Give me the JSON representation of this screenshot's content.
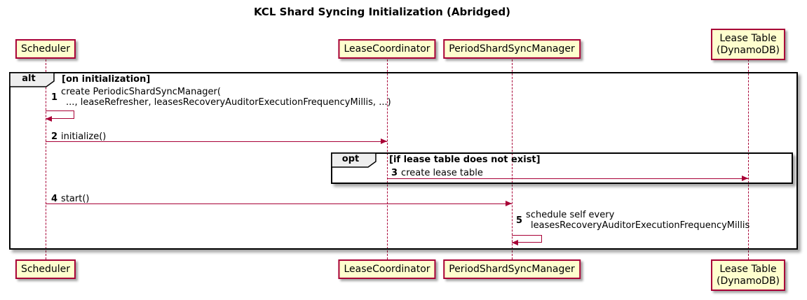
{
  "title": "KCL Shard Syncing Initialization (Abridged)",
  "participants": [
    {
      "id": "scheduler",
      "lines": [
        "Scheduler"
      ]
    },
    {
      "id": "lease-coordinator",
      "lines": [
        "LeaseCoordinator"
      ]
    },
    {
      "id": "period-shard-sync-manager",
      "lines": [
        "PeriodShardSyncManager"
      ]
    },
    {
      "id": "lease-table",
      "lines": [
        "Lease Table",
        "(DynamoDB)"
      ]
    }
  ],
  "frames": {
    "alt": {
      "label": "alt",
      "guard": "[on initialization]"
    },
    "opt": {
      "label": "opt",
      "guard": "[if lease table does not exist]"
    }
  },
  "messages": [
    {
      "num": "1",
      "from": "Scheduler",
      "to": "Scheduler",
      "lines": [
        "create PeriodicShardSyncManager(",
        "..., leaseRefresher, leasesRecoveryAuditorExecutionFrequencyMillis, ...)"
      ]
    },
    {
      "num": "2",
      "from": "Scheduler",
      "to": "LeaseCoordinator",
      "lines": [
        "initialize()"
      ]
    },
    {
      "num": "3",
      "from": "LeaseCoordinator",
      "to": "Lease Table (DynamoDB)",
      "lines": [
        "create lease table"
      ]
    },
    {
      "num": "4",
      "from": "Scheduler",
      "to": "PeriodShardSyncManager",
      "lines": [
        "start()"
      ]
    },
    {
      "num": "5",
      "from": "PeriodShardSyncManager",
      "to": "PeriodShardSyncManager",
      "lines": [
        "schedule self every",
        "leasesRecoveryAuditorExecutionFrequencyMillis"
      ]
    }
  ],
  "colors": {
    "participant_fill": "#FEFECE",
    "participant_border": "#A80036",
    "lifeline": "#A80036",
    "arrow": "#A80036",
    "frame_border": "#000000",
    "frame_tab_fill": "#EEEEEE",
    "background": "#FFFFFF"
  }
}
